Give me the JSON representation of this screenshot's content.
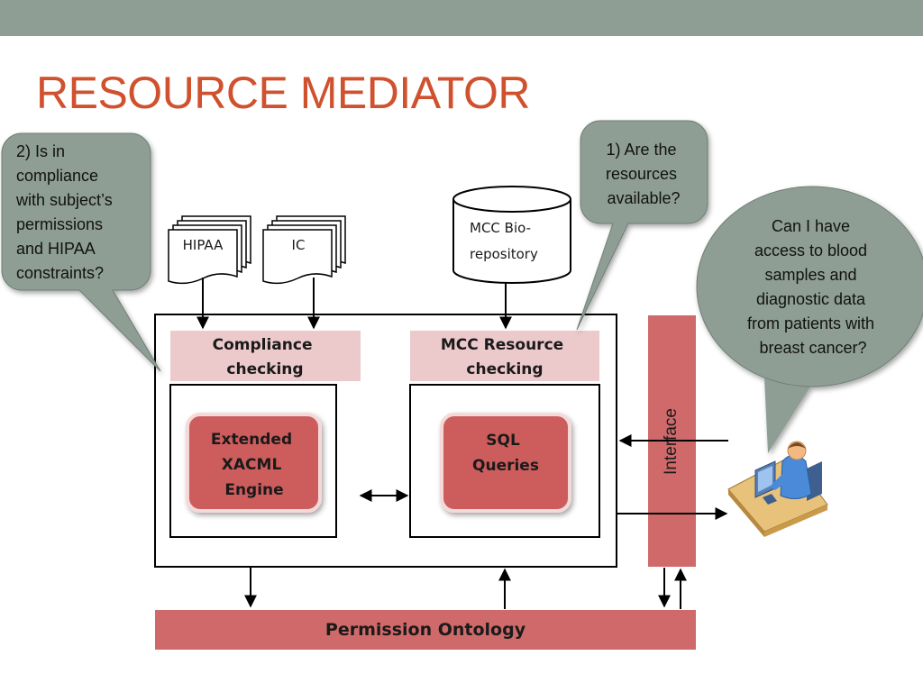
{
  "title": "RESOURCE MEDIATOR",
  "colors": {
    "top_bar": "#8e9e94",
    "title": "#d0512d",
    "bubble": "#8e9e94",
    "compliance_header": "#ecc9cb",
    "engine_box": "#cd5b5b",
    "interface_bar": "#d06a6a",
    "ontology_bar": "#d06a6a"
  },
  "bubbles": {
    "compliance_question": [
      "2) Is in",
      "compliance",
      "with subject’s",
      "permissions",
      "and HIPAA",
      "constraints?"
    ],
    "resources_question": [
      "1) Are the",
      "resources",
      "available?"
    ],
    "user_question": [
      "Can I have",
      "access to blood",
      "samples and",
      "diagnostic data",
      "from patients with",
      "breast cancer?"
    ]
  },
  "documents": {
    "hipaa": "HIPAA",
    "ic": "IC"
  },
  "database": [
    "MCC Bio-",
    "repository"
  ],
  "compliance_checking": [
    "Compliance",
    "checking"
  ],
  "mcc_resource_checking": [
    "MCC Resource",
    "checking"
  ],
  "xacml_engine": [
    "Extended",
    "XACML",
    "Engine"
  ],
  "sql_queries": [
    "SQL",
    "Queries"
  ],
  "interface": "Interface",
  "permission_ontology": "Permission Ontology",
  "user_icon": "user-at-computer-icon"
}
